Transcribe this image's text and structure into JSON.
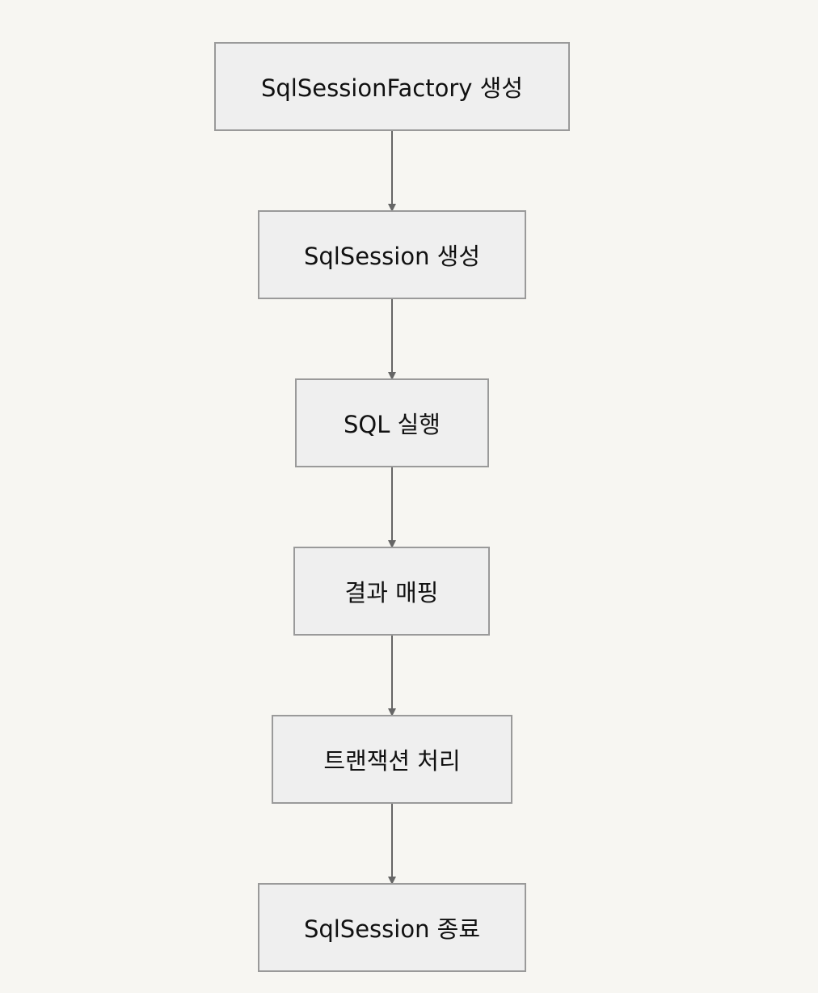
{
  "diagram": {
    "type": "flowchart",
    "direction": "top-to-bottom",
    "nodes": [
      {
        "id": "n1",
        "label": "SqlSessionFactory 생성"
      },
      {
        "id": "n2",
        "label": "SqlSession 생성"
      },
      {
        "id": "n3",
        "label": "SQL 실행"
      },
      {
        "id": "n4",
        "label": "결과 매핑"
      },
      {
        "id": "n5",
        "label": "트랜잭션 처리"
      },
      {
        "id": "n6",
        "label": "SqlSession 종료"
      }
    ],
    "edges": [
      {
        "from": "n1",
        "to": "n2"
      },
      {
        "from": "n2",
        "to": "n3"
      },
      {
        "from": "n3",
        "to": "n4"
      },
      {
        "from": "n4",
        "to": "n5"
      },
      {
        "from": "n5",
        "to": "n6"
      }
    ],
    "colors": {
      "background": "#f7f6f2",
      "node_fill": "#efefef",
      "node_border": "#9a9a9a",
      "edge": "#666666",
      "text": "#111111"
    }
  }
}
